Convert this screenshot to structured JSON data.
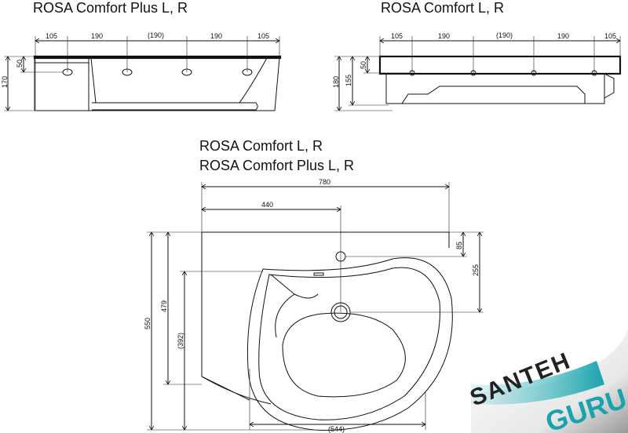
{
  "titles": {
    "top_left": "ROSA Comfort Plus L, R",
    "top_right": "ROSA Comfort L, R",
    "plan_line1": "ROSA Comfort L, R",
    "plan_line2": "ROSA Comfort Plus L, R"
  },
  "front_plus": {
    "widths": [
      "105",
      "190",
      "(190)",
      "190",
      "105"
    ],
    "height_total": "170",
    "hole_depth": "50"
  },
  "front_comfort": {
    "widths": [
      "105",
      "190",
      "(190)",
      "190",
      "105"
    ],
    "height_total": "180",
    "height_body": "155",
    "hole_depth": "50"
  },
  "plan": {
    "width": "780",
    "tap_offset": "440",
    "tap_from_back": "85",
    "drain_from_back": "255",
    "depth": "550",
    "depth_inner": "479",
    "bowl_depth": "(392)",
    "bowl_width": "(544)"
  },
  "watermark": {
    "line1": "SANTEH",
    "line2": "GURU",
    "accent": "#1aa3ad"
  }
}
